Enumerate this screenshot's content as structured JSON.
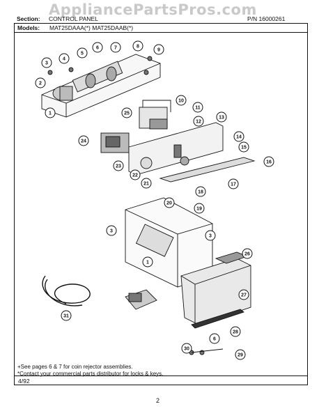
{
  "header": {
    "watermark": "AppliancePartsPros.com",
    "section_label": "Section:",
    "section_value": "CONTROL PANEL",
    "pn": "P/N 16000261"
  },
  "models": {
    "label": "Models:",
    "value": "MAT25DAAA(*)  MAT25DAAB(*)"
  },
  "callouts": [
    "1",
    "2",
    "3",
    "4",
    "5",
    "6",
    "7",
    "8",
    "9",
    "10",
    "11",
    "12",
    "13",
    "14",
    "15",
    "16",
    "17",
    "18",
    "19",
    "20",
    "21",
    "22",
    "23",
    "24",
    "25",
    "26",
    "27",
    "28",
    "29",
    "30",
    "31"
  ],
  "footnotes": {
    "line1": "+See pages 6 & 7 for coin rejector assemblies.",
    "line2": "*Contact your commercial parts distributor for locks & keys."
  },
  "date": "4/92",
  "page_number": "2"
}
